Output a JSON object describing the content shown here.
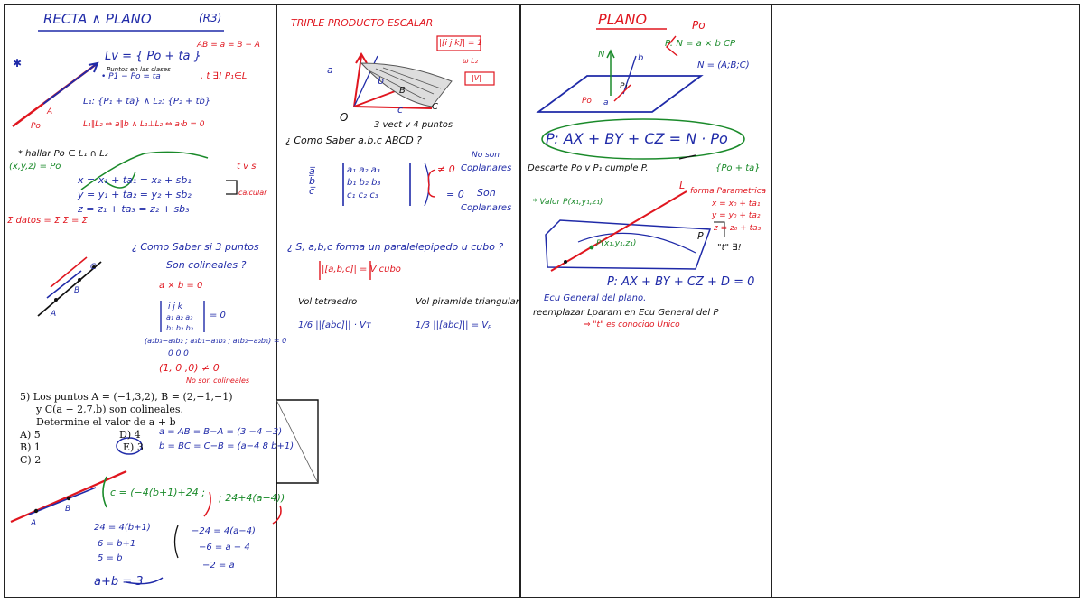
{
  "panel1": {
    "title": "RECTA ∧ PLANO",
    "r3": "(R3)",
    "ab": "AB = a = B − A",
    "lv": "Lv = { Po + ta }",
    "cl1": "Puntos en las clases",
    "cl2": "• P1 − Po = ta",
    "t_exist": ", t ∃!   P₁∈L",
    "l1l2": "L₁: {P₁ + ta}  ∧  L₂: {P₂ + tb}",
    "parallel": "L₁∥L₂ ⇔ a∥b  ∧  L₁⊥L₂ ⇔ a·b = 0",
    "hallar": "* hallar   Po ∈ L₁ ∩ L₂",
    "xyz": "(x,y,z) = Po",
    "x_eq": "x = x₁ + ta₁  =  x₂ + sb₁",
    "y_eq": "y = y₁ + ta₂  =  y₂ + sb₂",
    "z_eq": "z = z₁ + ta₃  =  z₂ + sb₃",
    "ts": "t v s",
    "calcular": "calcular",
    "eleccion": "Σ datos = Σ     Σ     = Σ",
    "colineal_q1": "¿ Como Saber si 3 puntos",
    "colineal_q2": "Son colineales ?",
    "axb": "a × b = 0",
    "ijk": "i  j  k",
    "a123": "a₁ a₂ a₃",
    "b123": "b₁ b₂ b₃",
    "eq0": "= 0",
    "cross_expr": "(a₂b₃−a₃b₂ ; a₃b₁−a₁b₃ ; a₁b₂−a₂b₁) = 0",
    "zeros": "0     0     0",
    "result": "(1,  0  ,0) ≠ 0",
    "no_col": "No son colineales",
    "problem_lines": [
      "5) Los puntos A = (−1,3,2), B = (2,−1,−1)",
      "y C(a − 2,7,b) son colineales.",
      "Determine el valor de a + b"
    ],
    "options": [
      "A) 5",
      "B) 1",
      "C) 2",
      "D) 4",
      "E) 3"
    ],
    "sol_ab": "a = AB = B−A = (3 −4 −3)",
    "sol_bc": "b = BC = C−B = (a−4  8  b+1)",
    "sol_c": "c = (−4(b+1)+24 ;",
    "sol_c2": "; 24+4(a−4))",
    "w1": "24 = 4(b+1)",
    "w2": "6 = b+1",
    "w3": "5 = b",
    "w4": "−24 = 4(a−4)",
    "w5": "−6 = a − 4",
    "w6": "−2 = a",
    "ans": "a+b = 3",
    "pointA": "A",
    "pointB": "B",
    "pointC": "C",
    "pointP0": "Po"
  },
  "panel2": {
    "title": "TRIPLE PRODUCTO ESCALAR",
    "ijk_box": "|[i j k]| = 1",
    "ijk_sub": "ω L₂",
    "vol": "|V|",
    "three": "3 vect  v  4 puntos",
    "q": "¿ Como Saber  a,b,c   ABCD ?",
    "m_row1": "a₁ a₂ a₃",
    "m_row2": "b₁ b₂ b₃",
    "m_row3": "c₁ c₂ c₃",
    "neq0": "≠ 0",
    "no_son": "No son",
    "coplanares": "Coplanares",
    "eq0": "= 0",
    "son": "Son",
    "coplanares2": "Coplanares",
    "q2": "¿ S, a,b,c forma un paralelepipedo u cubo ?",
    "vcubo": "|[a,b,c]| = V cubo",
    "vol_tet": "Vol tetraedro",
    "vol_pir": "Vol piramide triangular",
    "vt": "1/6 ||[abc]|| · Vт",
    "vp": "1/3 ||[abc]|| = Vₚ",
    "lab_a": "a",
    "lab_b": "b",
    "lab_c": "c",
    "lab_B": "B",
    "lab_C": "C",
    "lab_O": "O"
  },
  "panel3": {
    "title": "PLANO",
    "po": "Po",
    "pdef": "P: N = a × b  CP",
    "n_def": "N = (A;B;C)",
    "plane_eq": "P: AX + BY + CZ = N · Po",
    "descarte": "Descarte   Po v P₁ cumple  P.",
    "po_ta": "{Po + ta}",
    "valor": "* Valor P(x₁,y₁,z₁)",
    "forma_param": "forma Parametrica",
    "x_p": "x = x₀ + ta₁",
    "y_p": "y = y₀ + ta₂",
    "z_p": "z = z₀ + ta₃",
    "t_exist": "\"t\" ∃!",
    "pt": "P(x₁,y₁,z₁)",
    "plane_gen": "P: AX + BY + CZ + D = 0",
    "ec_gen": "Ecu General del plano.",
    "reemplazar": "reemplazar  Lparam  en  Ecu General del P",
    "conclusion": "⇒  \"t\" es conocido Unico",
    "n_lab": "N",
    "b_lab": "b",
    "p1_lab": "P₁",
    "po_lab": "Po",
    "a_lab": "a",
    "l_lab": "L",
    "P_lab": "P"
  },
  "colors": {
    "blue": "#1f2aa8",
    "red": "#e0161f",
    "green": "#1a8a2a",
    "black": "#111111"
  }
}
